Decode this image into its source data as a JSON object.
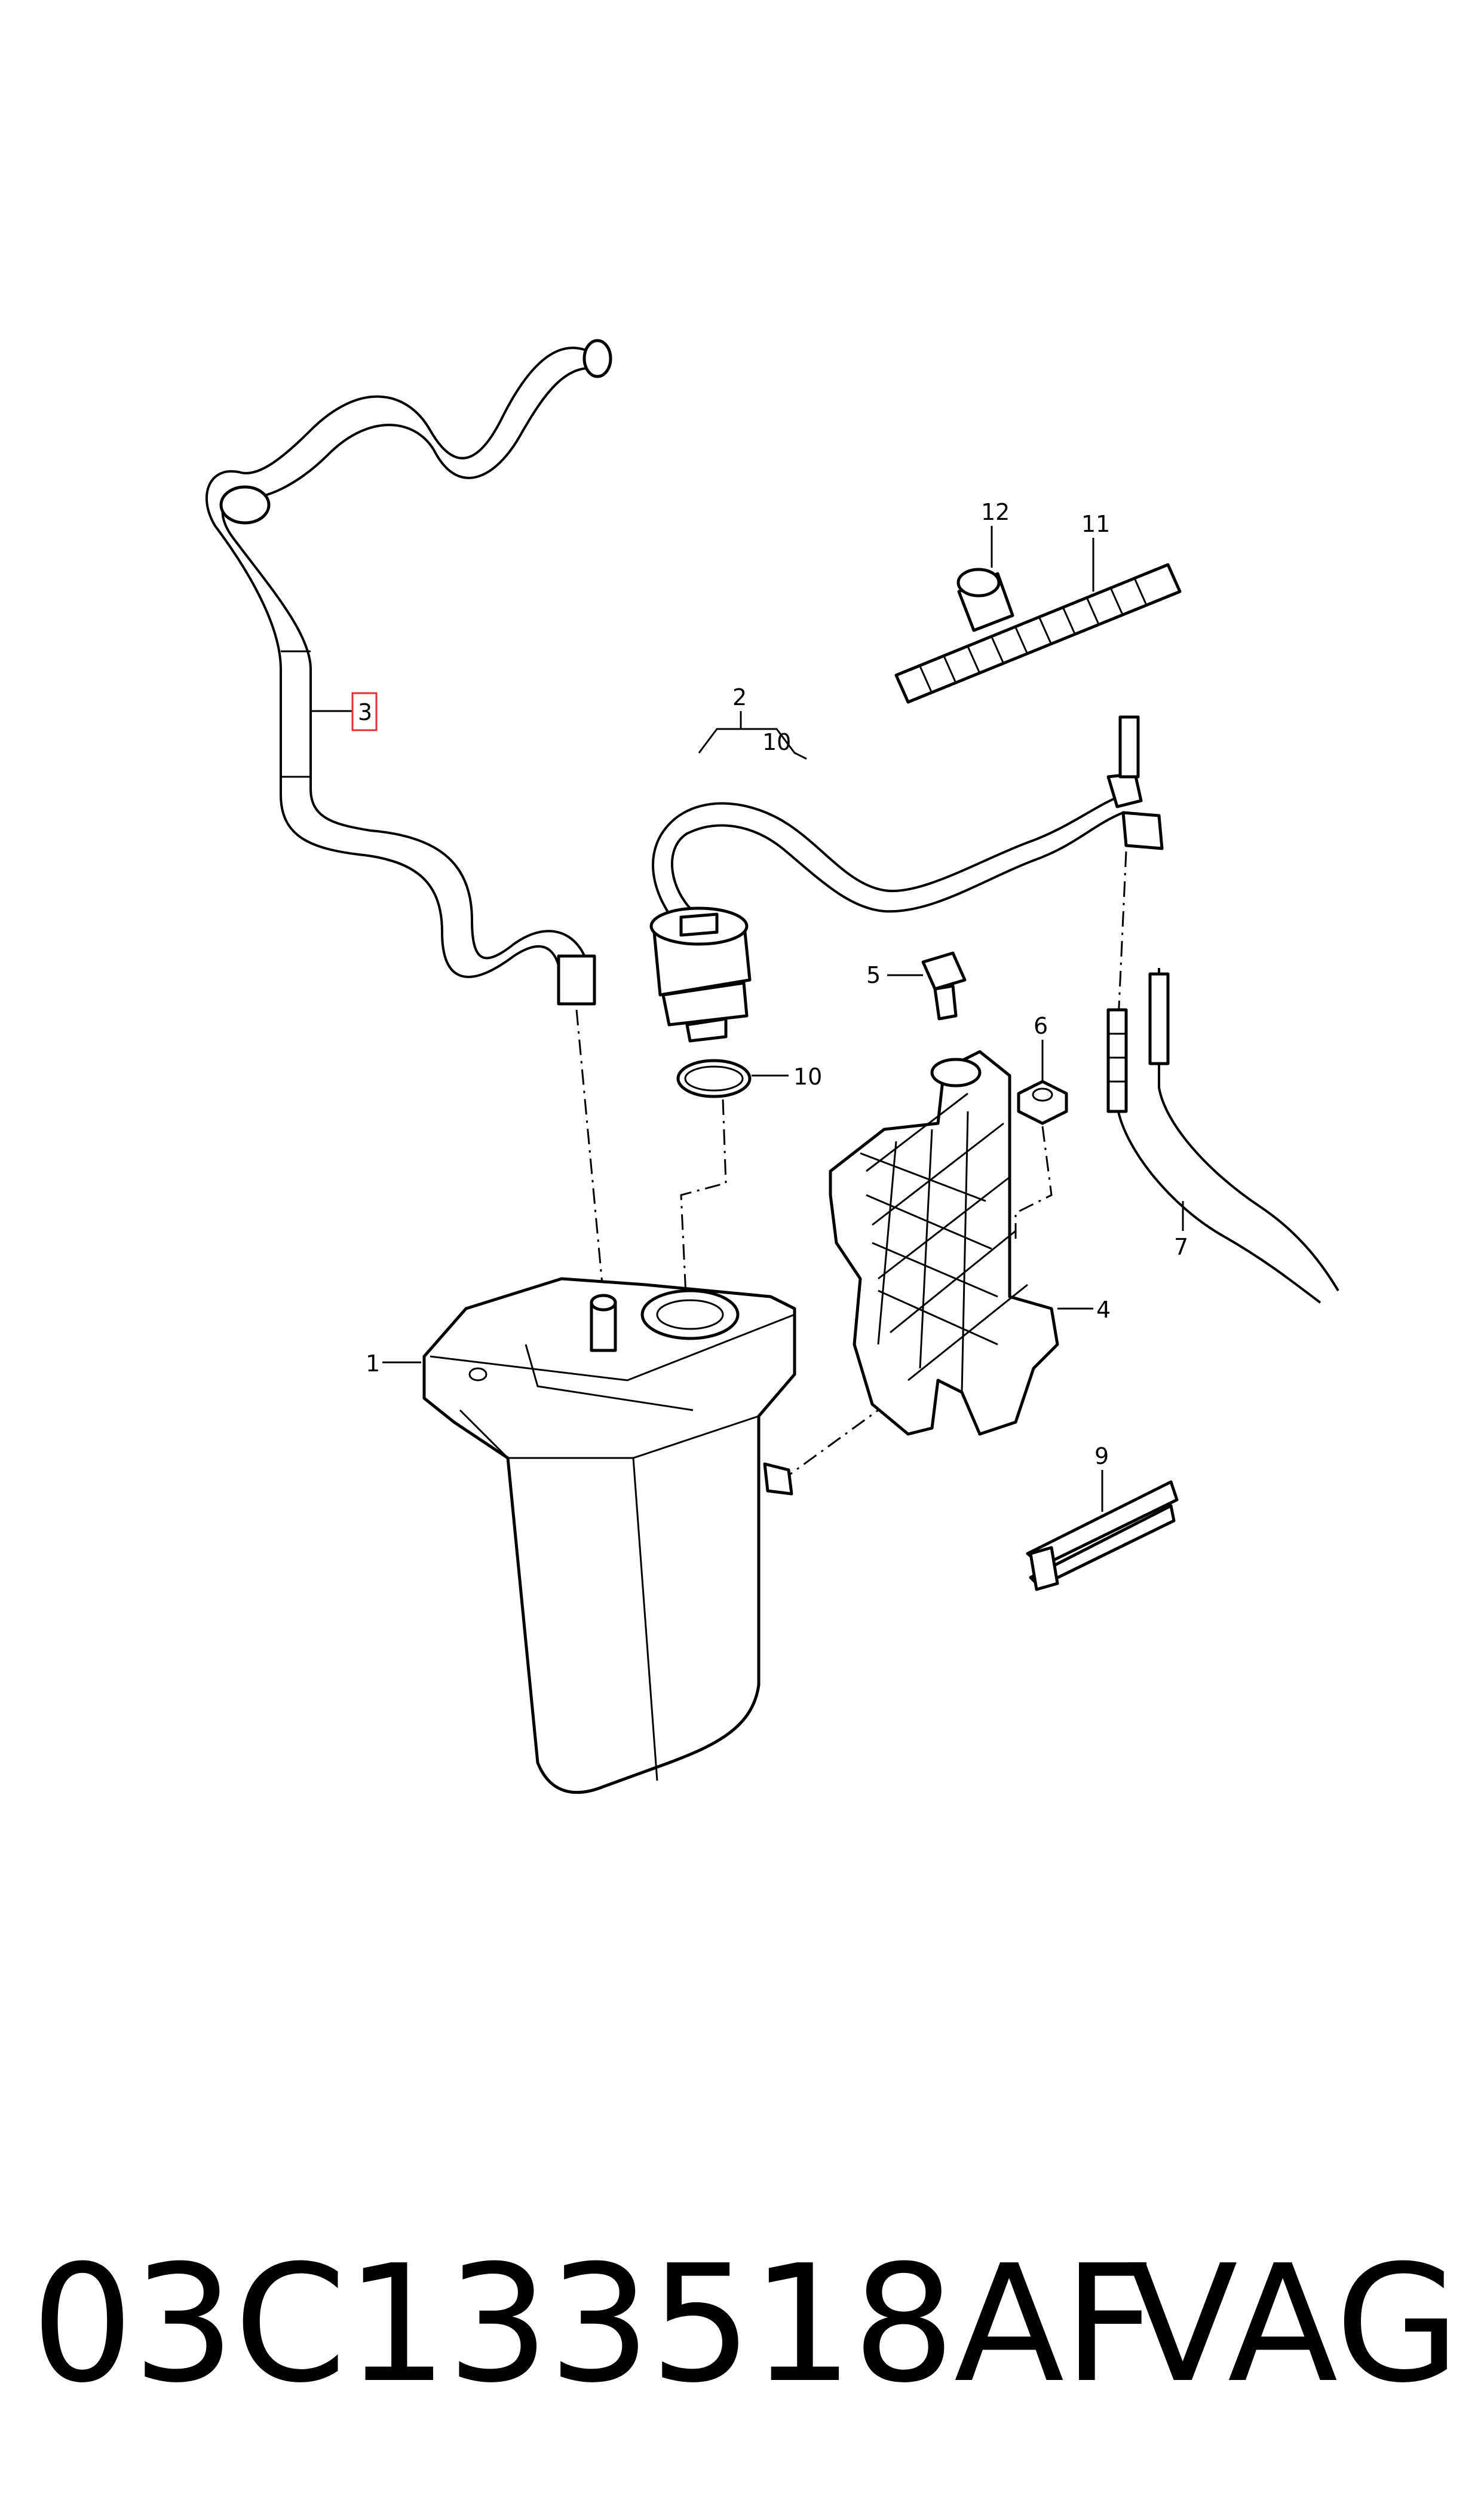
{
  "callouts": {
    "c1": "1",
    "c2": "2",
    "c2_sub": "10",
    "c3": "3",
    "c4": "4",
    "c5": "5",
    "c6": "6",
    "c7": "7",
    "c9": "9",
    "c10": "10",
    "c11": "11",
    "c12": "12"
  },
  "highlight": {
    "callout": "3",
    "color": "#e03030"
  },
  "footer": {
    "part_number": "03C133518AF",
    "brand": "VAG"
  }
}
